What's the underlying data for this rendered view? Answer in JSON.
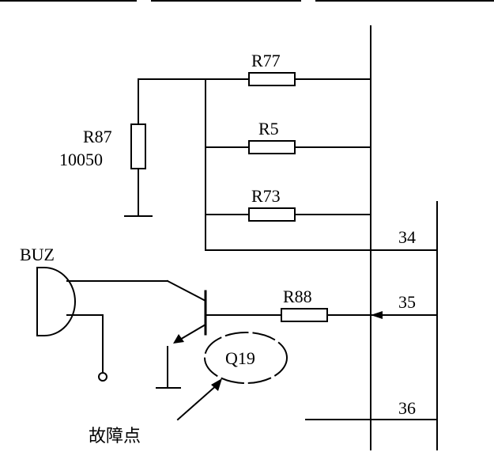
{
  "diagram": {
    "resistors": [
      {
        "id": "R77",
        "label": "R77"
      },
      {
        "id": "R5",
        "label": "R5"
      },
      {
        "id": "R73",
        "label": "R73"
      },
      {
        "id": "R88",
        "label": "R88"
      },
      {
        "id": "R87",
        "label": "R87",
        "value": "10050"
      }
    ],
    "buzzer_label": "BUZ",
    "transistor_label": "Q19",
    "fault_label": "故障点",
    "pins": [
      "34",
      "35",
      "36"
    ],
    "colors": {
      "line": "#000000",
      "background": "#ffffff"
    }
  }
}
